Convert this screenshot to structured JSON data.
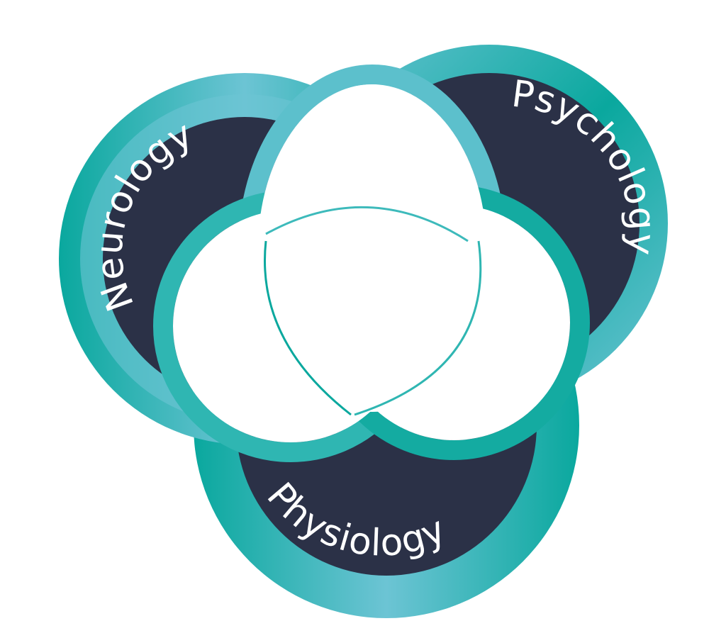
{
  "diagram": {
    "labels": {
      "neurology": "Neurology",
      "psychology": "Psychology",
      "physiology": "Physiology"
    },
    "colors": {
      "dark": "#2b3147",
      "teal": "#0aa89e",
      "light_teal": "#6cc4d4",
      "center": "#ffffff"
    }
  }
}
